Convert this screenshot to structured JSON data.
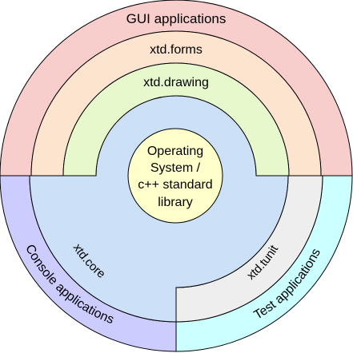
{
  "layers": {
    "gui": {
      "label": "GUI applications",
      "color": "#f8cecc"
    },
    "forms": {
      "label": "xtd.forms",
      "color": "#fde4cf"
    },
    "drawing": {
      "label": "xtd.drawing",
      "color": "#e6f8cc"
    },
    "console": {
      "label": "Console applications",
      "color": "#ccccff"
    },
    "test": {
      "label": "Test applications",
      "color": "#ccffff"
    },
    "tunit": {
      "label": "xtd.tunit",
      "color": "#eeeeee"
    },
    "core": {
      "label": "xtd.core",
      "color": "#cce0f8"
    },
    "os": {
      "lines": [
        "Operating",
        "System /",
        "c++ standard",
        "library"
      ],
      "color": "#ffffcc"
    }
  }
}
